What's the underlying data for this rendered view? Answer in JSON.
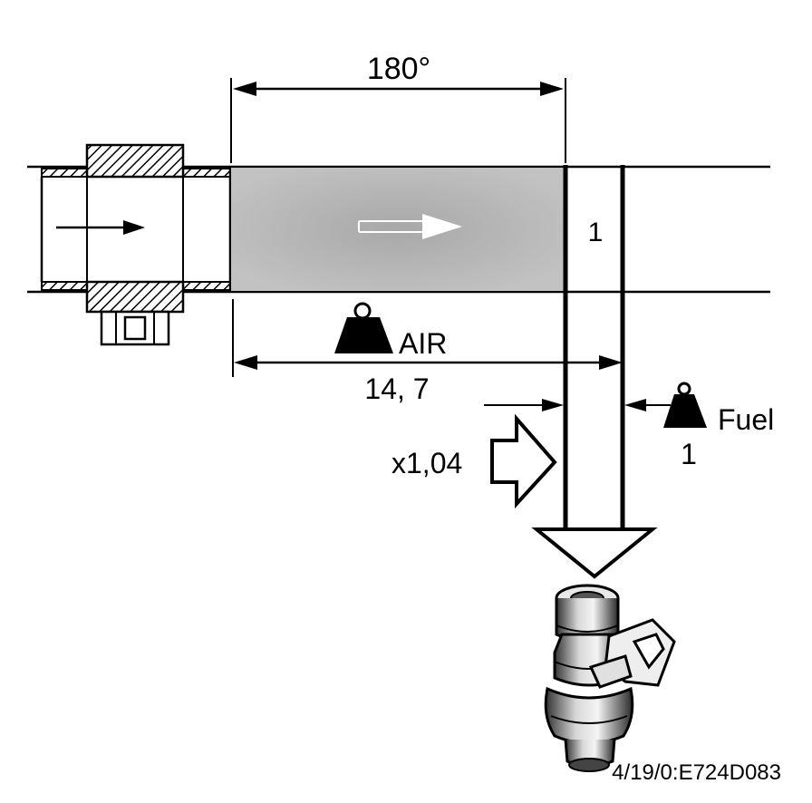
{
  "labels": {
    "angle": "180°",
    "cell_number": "1",
    "air": "AIR",
    "air_ratio": "14, 7",
    "multiplier": "x1,04",
    "fuel": "Fuel",
    "fuel_ratio": "1"
  },
  "reference_code": "4/19/0:E724D083",
  "colors": {
    "ink": "#000000",
    "air_fill": "#b3b3b3",
    "background": "#ffffff"
  }
}
